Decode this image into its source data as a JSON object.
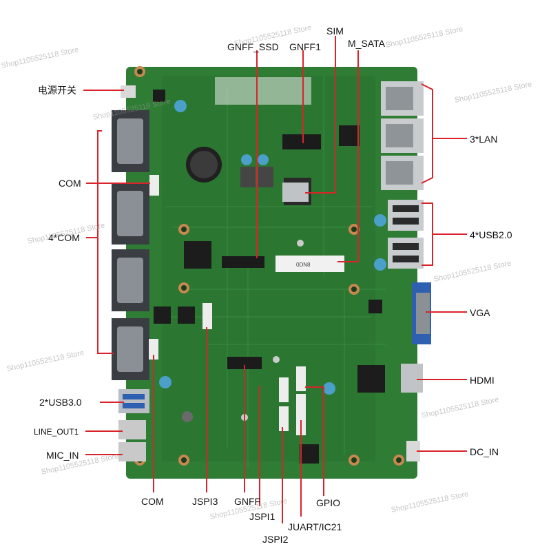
{
  "watermark": "Shop1105525118 Store",
  "labels": {
    "power_switch": "电源开关",
    "com_left": "COM",
    "com4": "4*COM",
    "usb3": "2*USB3.0",
    "line_out": "LINE_OUT1",
    "mic_in": "MIC_IN",
    "gnff_ssd": "GNFF_SSD",
    "gnff1": "GNFF1",
    "sim": "SIM",
    "msata": "M_SATA",
    "lan": "3*LAN",
    "usb2": "4*USB2.0",
    "vga": "VGA",
    "hdmi": "HDMI",
    "dc_in": "DC_IN",
    "com_bottom": "COM",
    "jspi3": "JSPI3",
    "gnff": "GNFF",
    "jspi1": "JSPI1",
    "jspi2": "JSPI2",
    "juart": "JUART/IC21",
    "gpio": "GPIO"
  },
  "board_silkscreen": {
    "chip_label": "0DN8"
  },
  "colors": {
    "pcb": "#2f7d35",
    "pcb_dark": "#245f29",
    "callout_line": "#d9232a",
    "port_metal": "#b9bec4",
    "vga_blue": "#2f5fb0",
    "header_white": "#ededed"
  }
}
